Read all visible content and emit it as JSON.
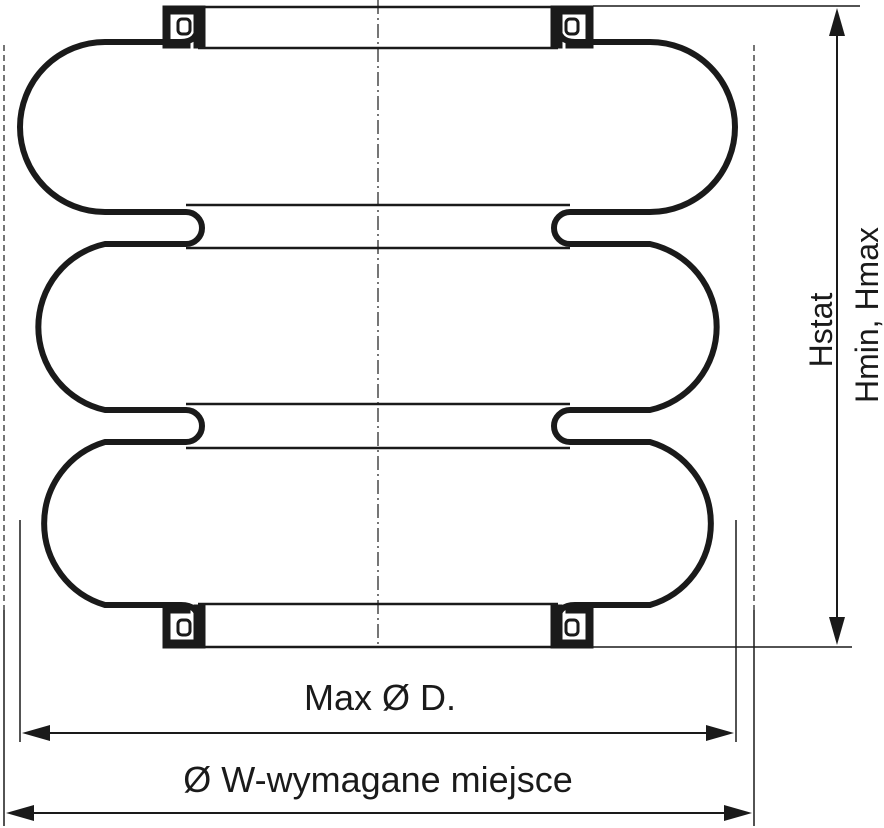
{
  "labels": {
    "max_diameter": "Max Ø D.",
    "required_space": "Ø W-wymagane miejsce",
    "h_stat": "Hstat",
    "h_min_max": "Hmin, Hmax"
  },
  "colors": {
    "line": "#1a1a1a",
    "background": "#ffffff"
  }
}
